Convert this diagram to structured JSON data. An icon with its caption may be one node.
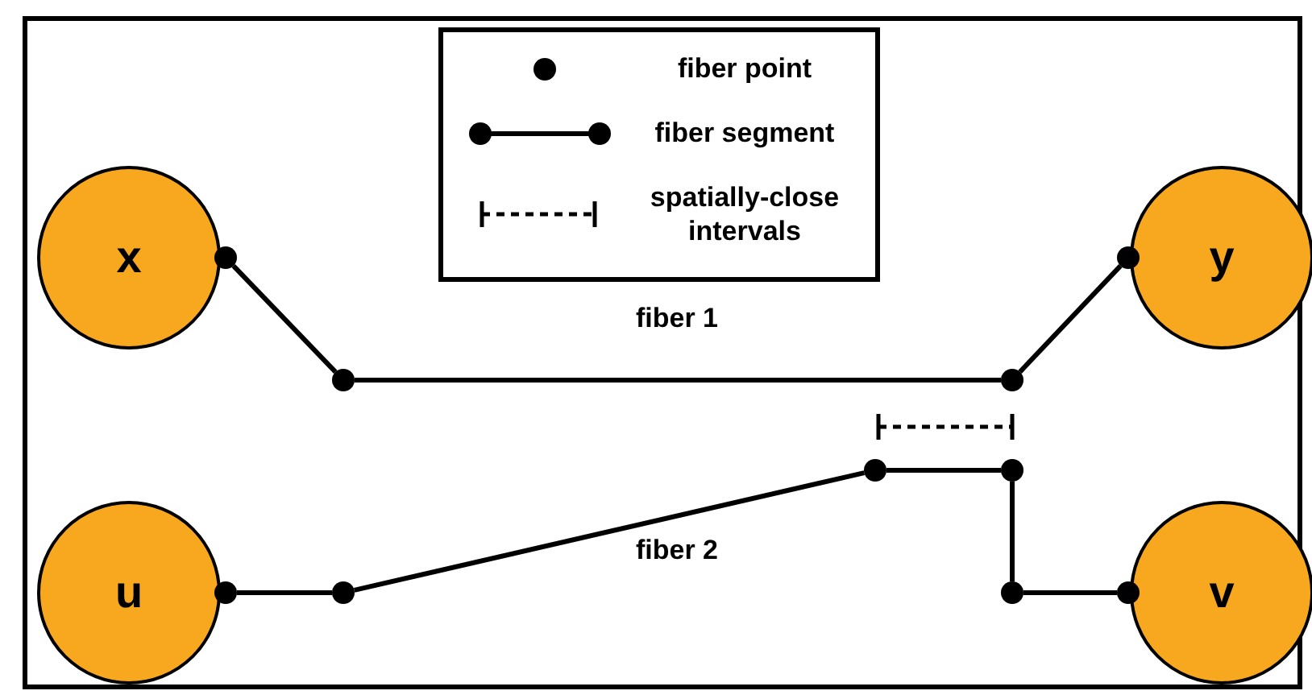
{
  "diagram": {
    "nodes": [
      {
        "text": [
          "x"
        ]
      },
      {
        "text": [
          "y"
        ]
      },
      {
        "text": [
          "u"
        ]
      },
      {
        "text": [
          "v"
        ]
      },
      {
        "text": [],
        "shape": "circle"
      },
      {
        "text": [],
        "shape": "circle"
      },
      {
        "text": [],
        "shape": "circle"
      },
      {
        "text": [],
        "shape": "circle"
      },
      {
        "text": [],
        "shape": "circle"
      },
      {
        "text": [],
        "shape": "circle"
      },
      {
        "text": [],
        "shape": "circle"
      },
      {
        "text": [],
        "shape": "circle"
      },
      {
        "text": [],
        "shape": "circle"
      },
      {
        "text": [],
        "shape": "circle"
      }
    ],
    "edges": [
      {
        "from": 4,
        "to": 5,
        "arrow": "none"
      },
      {
        "from": 5,
        "to": 6,
        "arrow": "none",
        "label": "fiber 1"
      },
      {
        "from": 6,
        "to": 7,
        "arrow": "none"
      },
      {
        "from": 8,
        "to": 9,
        "arrow": "none"
      },
      {
        "from": 9,
        "to": 10,
        "arrow": "none",
        "label": "fiber 2"
      },
      {
        "from": 10,
        "to": 11,
        "arrow": "none"
      },
      {
        "from": 11,
        "to": 12,
        "arrow": "none"
      },
      {
        "from": 12,
        "to": 13,
        "arrow": "none"
      }
    ],
    "legend": [
      {
        "text": "fiber point"
      },
      {
        "text": "fiber segment"
      },
      {
        "text": "spatially-close intervals"
      }
    ]
  }
}
